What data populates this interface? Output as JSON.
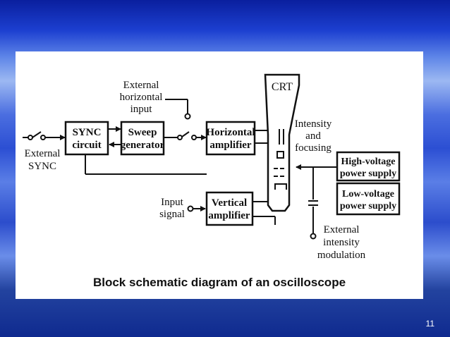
{
  "caption": "Block schematic diagram of an oscilloscope",
  "slide_number": "11",
  "blocks": {
    "sync": [
      "SYNC",
      "circuit"
    ],
    "sweep": [
      "Sweep",
      "generator"
    ],
    "horizontal": [
      "Horizontal",
      "amplifier"
    ],
    "vertical": [
      "Vertical",
      "amplifier"
    ],
    "high_voltage": [
      "High-voltage",
      "power supply"
    ],
    "low_voltage": [
      "Low-voltage",
      "power supply"
    ]
  },
  "labels": {
    "crt": "CRT",
    "external_sync": [
      "External",
      "SYNC"
    ],
    "external_horizontal_input": [
      "External",
      "horizontal",
      "input"
    ],
    "intensity_focusing": [
      "Intensity",
      "and",
      "focusing"
    ],
    "input_signal": [
      "Input",
      "signal"
    ],
    "external_intensity_modulation": [
      "External",
      "intensity",
      "modulation"
    ]
  }
}
